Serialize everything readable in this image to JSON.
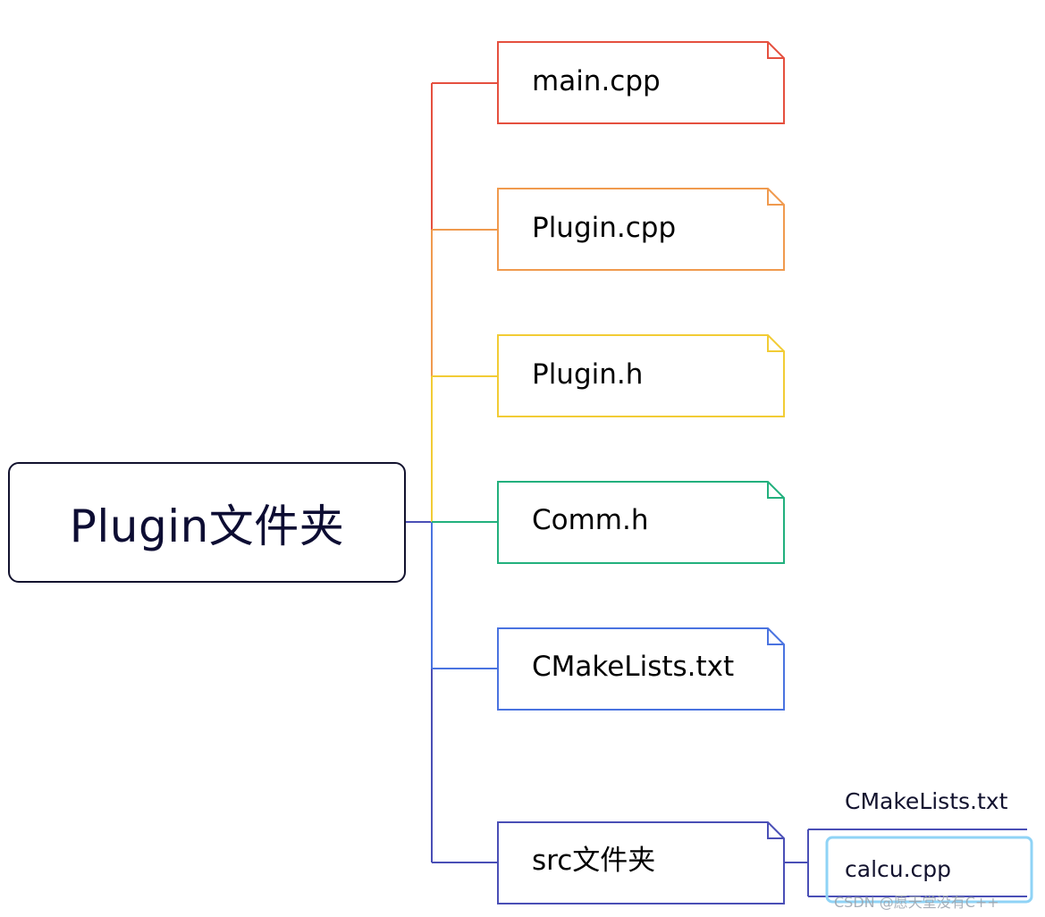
{
  "root": {
    "label": "Plugin文件夹"
  },
  "colors": {
    "root_border": "#12122e",
    "main": "#e5503f",
    "plugin_cpp": "#f09a4e",
    "plugin_h": "#f2cc35",
    "comm": "#22b07d",
    "cmake": "#4a73e0",
    "src": "#4a4fb6",
    "selection": "#8fd3f6"
  },
  "files": [
    {
      "id": "main-cpp",
      "label": "main.cpp",
      "color": "#e5503f"
    },
    {
      "id": "plugin-cpp",
      "label": "Plugin.cpp",
      "color": "#f09a4e"
    },
    {
      "id": "plugin-h",
      "label": "Plugin.h",
      "color": "#f2cc35"
    },
    {
      "id": "comm-h",
      "label": "Comm.h",
      "color": "#22b07d"
    },
    {
      "id": "cmakelists",
      "label": "CMakeLists.txt",
      "color": "#4a73e0"
    },
    {
      "id": "src-folder",
      "label": "src文件夹",
      "color": "#4a4fb6"
    }
  ],
  "src_children": [
    {
      "id": "src-cmakelists",
      "label": "CMakeLists.txt"
    },
    {
      "id": "calcu-cpp",
      "label": "calcu.cpp",
      "selected": true
    }
  ],
  "watermark": "CSDN @愿天堂没有C++"
}
